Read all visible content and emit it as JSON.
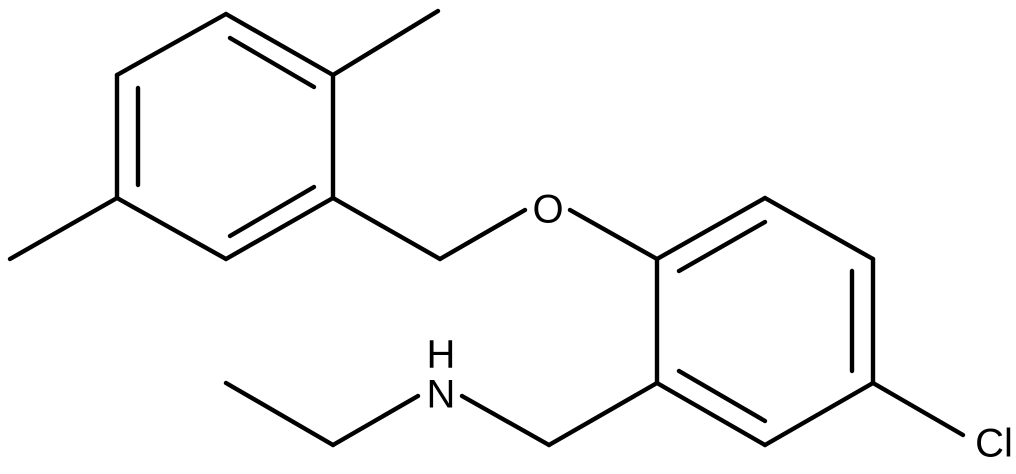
{
  "molecule": {
    "atoms": {
      "oxygen": "O",
      "nitrogen": "N",
      "hydrogen": "H",
      "chlorine": "Cl"
    },
    "colors": {
      "bond": "#000000",
      "label": "#000000",
      "background": "#ffffff"
    }
  }
}
